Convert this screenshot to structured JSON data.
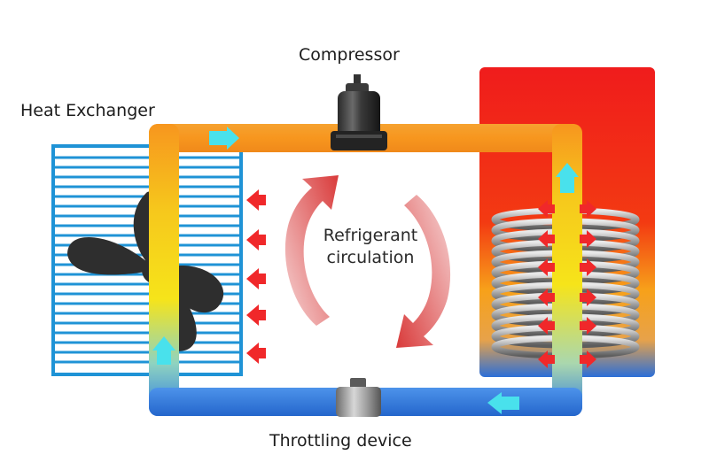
{
  "labels": {
    "compressor": "Compressor",
    "heat_exchanger": "Heat Exchanger",
    "circulation_line1": "Refrigerant",
    "circulation_line2": "circulation",
    "throttling": "Throttling device"
  },
  "colors": {
    "pipe_top": "#f7961e",
    "pipe_yellow": "#f6e41a",
    "pipe_blue": "#2d7ce0",
    "flow_arrow": "#49e1ec",
    "heat_arrow": "#f0282a",
    "fan_blade": "#2e2e2e",
    "grille_line": "#1f93d6",
    "tank_top": "#f01c1c",
    "tank_bottom": "#2c6fd8",
    "coil": "#b8b8b8",
    "circulation_arrow": "#e04a4a"
  },
  "icons": {
    "fan": "fan-icon",
    "compressor": "compressor-icon",
    "throttle_valve": "valve-icon",
    "flow_arrow": "arrow-icon",
    "coil": "coil-icon"
  }
}
